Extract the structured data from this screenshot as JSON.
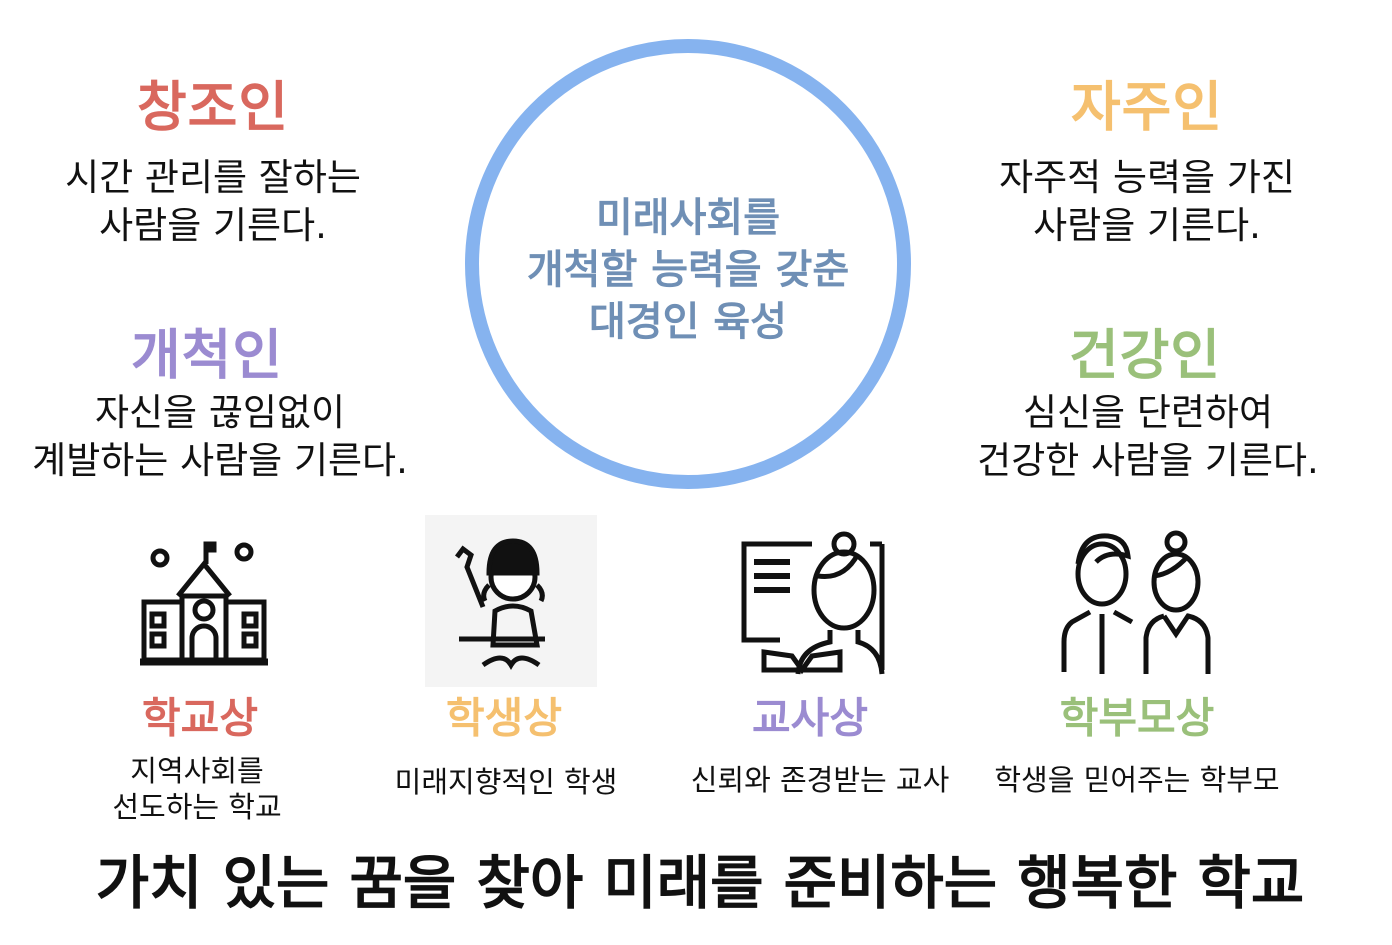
{
  "colors": {
    "red": "#d9685e",
    "orange": "#f5c06f",
    "purple": "#9b8bd1",
    "green": "#9ac07a",
    "circle": "#86b3ef",
    "center_text": "#6f8fb5"
  },
  "center": {
    "lines": [
      "미래사회를",
      "개척할 능력을 갖춘",
      "대경인 육성"
    ]
  },
  "quadrants": [
    {
      "title": "창조인",
      "lines": [
        "시간 관리를 잘하는",
        "사람을 기른다."
      ]
    },
    {
      "title": "자주인",
      "lines": [
        "자주적 능력을 가진",
        "사람을 기른다."
      ]
    },
    {
      "title": "개척인",
      "lines": [
        "자신을 끊임없이",
        "계발하는 사람을 기른다."
      ]
    },
    {
      "title": "건강인",
      "lines": [
        "심신을 단련하여",
        "건강한 사람을 기른다."
      ]
    }
  ],
  "roles": [
    {
      "icon": "school-icon",
      "label": "학교상",
      "lines": [
        "지역사회를",
        "선도하는 학교"
      ]
    },
    {
      "icon": "student-icon",
      "label": "학생상",
      "lines": [
        "미래지향적인 학생"
      ]
    },
    {
      "icon": "teacher-icon",
      "label": "교사상",
      "lines": [
        "신뢰와 존경받는 교사"
      ]
    },
    {
      "icon": "parents-icon",
      "label": "학부모상",
      "lines": [
        "학생을 믿어주는 학부모"
      ]
    }
  ],
  "slogan": "가치 있는 꿈을 찾아 미래를 준비하는 행복한 학교"
}
